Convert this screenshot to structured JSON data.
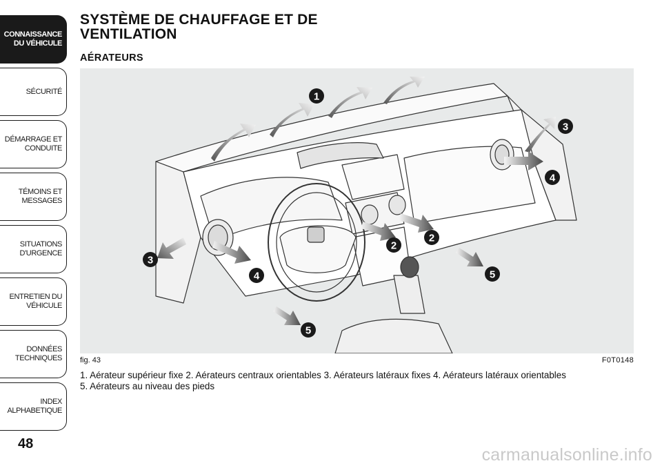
{
  "sidebar": {
    "tabs": [
      {
        "lines": [
          "CONNAISSANCE",
          "DU VÉHICULE"
        ],
        "active": true
      },
      {
        "lines": [
          "SÉCURITÉ"
        ],
        "active": false
      },
      {
        "lines": [
          "DÉMARRAGE ET",
          "CONDUITE"
        ],
        "active": false
      },
      {
        "lines": [
          "TÉMOINS ET",
          "MESSAGES"
        ],
        "active": false
      },
      {
        "lines": [
          "SITUATIONS",
          "D'URGENCE"
        ],
        "active": false
      },
      {
        "lines": [
          "ENTRETIEN DU",
          "VÉHICULE"
        ],
        "active": false
      },
      {
        "lines": [
          "DONNÉES",
          "TECHNIQUES"
        ],
        "active": false
      },
      {
        "lines": [
          "INDEX",
          "ALPHABETIQUE"
        ],
        "active": false
      }
    ],
    "page_number": "48"
  },
  "heading": {
    "title_line1": "SYSTÈME DE CHAUFFAGE ET DE",
    "title_line2": "VENTILATION",
    "subtitle": "AÉRATEURS"
  },
  "figure": {
    "label": "fig. 43",
    "code": "F0T0148",
    "callouts": [
      "1",
      "2",
      "2",
      "3",
      "3",
      "4",
      "4",
      "5",
      "5"
    ],
    "caption_line1": "1. Aérateur supérieur fixe 2. Aérateurs centraux orientables 3. Aérateurs latéraux fixes 4. Aérateurs latéraux orientables",
    "caption_line2": "5. Aérateurs au niveau des pieds"
  },
  "watermark": "carmanualsonline.info",
  "colors": {
    "tab_active_bg": "#1a1a1a",
    "figure_bg": "#e8eaea",
    "callout_bg": "#1a1a1a"
  }
}
